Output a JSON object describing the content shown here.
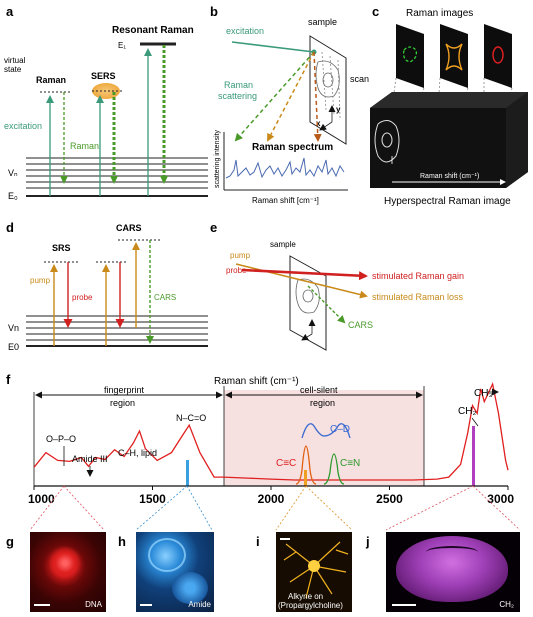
{
  "panels": {
    "a": {
      "letter": "a",
      "virtual_state": [
        "virtual",
        "state"
      ],
      "raman": "Raman",
      "sers": "SERS",
      "resonant_raman": "Resonant Raman",
      "e1": "E₁",
      "excitation": "excitation",
      "raman_arrow": "Raman",
      "vn": "Vₙ",
      "e0": "E₀"
    },
    "b": {
      "letter": "b",
      "excitation": "excitation",
      "sample": "sample",
      "scan": "scan",
      "raman_scattering": [
        "Raman",
        "scattering"
      ],
      "raman_spectrum": "Raman spectrum",
      "ylabel": "scattering intensity",
      "xlabel": "Raman shift [cm⁻¹]",
      "axis_x": "x",
      "axis_y": "y"
    },
    "c": {
      "letter": "c",
      "title": "Raman images",
      "axis": "Raman shift (cm⁻¹)",
      "caption": "Hyperspectral Raman image",
      "colors": [
        "#33cc33",
        "#f0a020",
        "#e02020"
      ]
    },
    "d": {
      "letter": "d",
      "srs": "SRS",
      "cars": "CARS",
      "pump": "pump",
      "probe": "probe",
      "cars_arrow": "CARS",
      "vn": "Vn",
      "e0": "E0"
    },
    "e": {
      "letter": "e",
      "sample": "sample",
      "pump": "pump",
      "probe": "probe",
      "gain": "stimulated Raman gain",
      "loss": "stimulated Raman loss",
      "cars": "CARS"
    },
    "f": {
      "letter": "f",
      "title": "Raman shift (cm⁻¹)",
      "fingerprint": [
        "fingerprint",
        "region"
      ],
      "silent": [
        "cell-silent",
        "region"
      ],
      "peaks": {
        "opo": "O–P–O",
        "amide3": "Amide III",
        "ch_lipid": "C–H, lipid",
        "nco": "N–C=O",
        "cd": "C–D",
        "cc": "C≡C",
        "cn": "C≡N",
        "ch3": "CH₃",
        "ch2": "CH₂"
      }
    },
    "g": {
      "letter": "g",
      "label": "DNA"
    },
    "h": {
      "letter": "h",
      "label": "Amide"
    },
    "i": {
      "letter": "i",
      "label": [
        "Alkyne on",
        "(Propargylcholine)"
      ]
    },
    "j": {
      "letter": "j",
      "label": "CH₂"
    }
  },
  "chart_data": {
    "type": "line",
    "xlabel": "Raman shift (cm⁻¹)",
    "ylabel": "",
    "xlim": [
      1000,
      3000
    ],
    "xticks": [
      1000,
      1500,
      2000,
      2500,
      3000
    ],
    "x": [
      1000,
      1050,
      1100,
      1150,
      1200,
      1230,
      1260,
      1300,
      1340,
      1380,
      1420,
      1445,
      1470,
      1520,
      1580,
      1620,
      1655,
      1700,
      1760,
      1800,
      1900,
      2000,
      2100,
      2200,
      2300,
      2400,
      2500,
      2600,
      2700,
      2750,
      2800,
      2830,
      2850,
      2870,
      2885,
      2900,
      2935,
      2960,
      2990,
      3000
    ],
    "series": [
      {
        "values": [
          0.15,
          0.3,
          0.22,
          0.21,
          0.25,
          0.16,
          0.25,
          0.23,
          0.33,
          0.26,
          0.4,
          0.52,
          0.34,
          0.22,
          0.3,
          0.45,
          0.58,
          0.3,
          0.05,
          0.05,
          0.04,
          0.03,
          0.02,
          0.02,
          0.02,
          0.02,
          0.02,
          0.02,
          0.03,
          0.05,
          0.18,
          0.5,
          0.78,
          0.7,
          0.95,
          0.82,
          1.0,
          0.7,
          0.22,
          0.12
        ],
        "color": "#e02020"
      }
    ],
    "colors": {
      "spectrum": "#e02020",
      "silent_band": "#f6e0e0"
    }
  }
}
